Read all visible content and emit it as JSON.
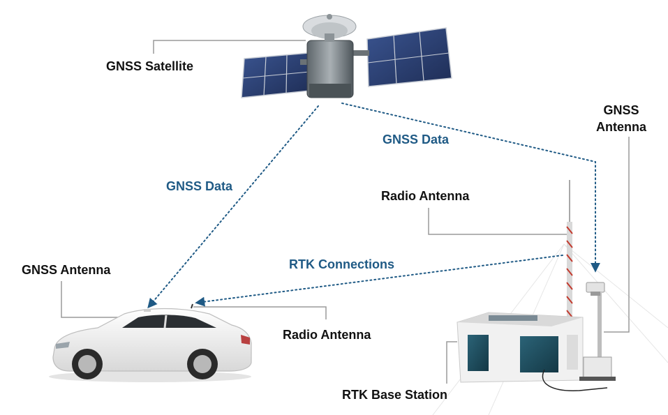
{
  "labels": {
    "gnss_satellite": "GNSS Satellite",
    "gnss_data_left": "GNSS Data",
    "gnss_data_right": "GNSS Data",
    "gnss_antenna_station": "GNSS\nAntenna",
    "radio_antenna_station": "Radio Antenna",
    "rtk_connections": "RTK Connections",
    "gnss_antenna_car": "GNSS Antenna",
    "radio_antenna_car": "Radio Antenna",
    "rtk_base_station": "RTK Base Station"
  },
  "colors": {
    "data_link": "#1f5a85",
    "leader_line": "#9a9a9a",
    "label_text": "#111111",
    "solar_panel": "#2c3f6e",
    "satellite_body": "#7d8488",
    "car_body": "#f2f2f2",
    "building_wall": "#f3f3f3",
    "building_glass": "#1f4f62",
    "mast_red": "#c23a2e"
  },
  "icons": [
    "satellite-icon",
    "car-icon",
    "base-station-building-icon",
    "radio-mast-icon",
    "gnss-antenna-icon"
  ]
}
